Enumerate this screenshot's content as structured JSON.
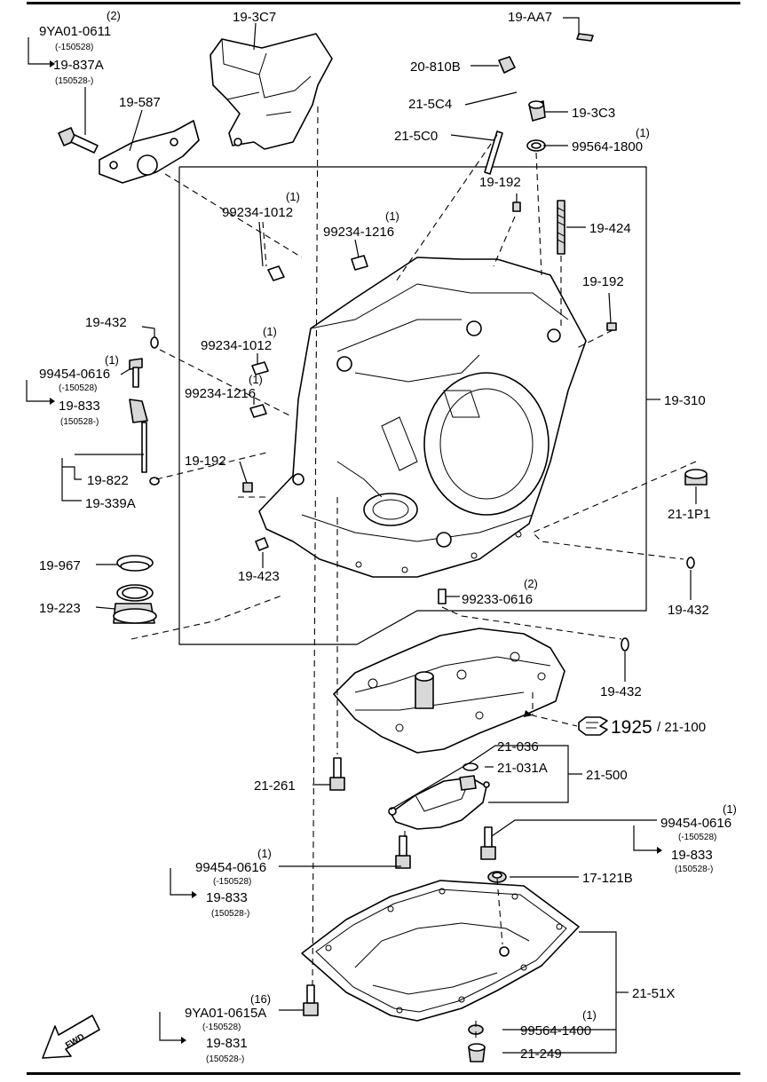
{
  "labels": {
    "l_9ya01_0611": "9YA01-0611",
    "l_9ya01_0611_qty": "(2)",
    "l_9ya01_0611_sub": "(-150528)",
    "l_19_837a": "19-837A",
    "l_19_837a_sub": "(150528-)",
    "l_19_587": "19-587",
    "l_19_3c7": "19-3C7",
    "l_19_aa7": "19-AA7",
    "l_20_810b": "20-810B",
    "l_21_5c4": "21-5C4",
    "l_21_5c0": "21-5C0",
    "l_19_3c3": "19-3C3",
    "l_99564_1800": "99564-1800",
    "l_99564_1800_qty": "(1)",
    "l_19_192_a": "19-192",
    "l_19_424": "19-424",
    "l_99234_1012_a": "99234-1012",
    "l_99234_1012_a_qty": "(1)",
    "l_99234_1216_a": "99234-1216",
    "l_99234_1216_a_qty": "(1)",
    "l_19_192_b": "19-192",
    "l_19_432_a": "19-432",
    "l_99234_1012_b": "99234-1012",
    "l_99234_1012_b_qty": "(1)",
    "l_99234_1216_b": "99234-1216",
    "l_99234_1216_b_qty": "(1)",
    "l_99454_0616_a": "99454-0616",
    "l_99454_0616_a_qty": "(1)",
    "l_99454_0616_a_sub": "(-150528)",
    "l_19_833_a": "19-833",
    "l_19_833_a_sub": "(150528-)",
    "l_19_310": "19-310",
    "l_19_192_c": "19-192",
    "l_19_822": "19-822",
    "l_19_339a": "19-339A",
    "l_21_1p1": "21-1P1",
    "l_19_967": "19-967",
    "l_19_423": "19-423",
    "l_99233_0616": "99233-0616",
    "l_99233_0616_qty": "(2)",
    "l_19_223": "19-223",
    "l_19_432_b": "19-432",
    "l_19_432_c": "19-432",
    "l_1925": "1925",
    "l_21_100": "/ 21-100",
    "l_21_036": "21-036",
    "l_21_031a": "21-031A",
    "l_21_500": "21-500",
    "l_21_261": "21-261",
    "l_99454_0616_b": "99454-0616",
    "l_99454_0616_b_qty": "(1)",
    "l_99454_0616_b_sub": "(-150528)",
    "l_19_833_b": "19-833",
    "l_19_833_b_sub": "(150528-)",
    "l_99454_0616_c": "99454-0616",
    "l_99454_0616_c_qty": "(1)",
    "l_99454_0616_c_sub": "(-150528)",
    "l_19_833_c": "19-833",
    "l_19_833_c_sub": "(150528-)",
    "l_17_121b": "17-121B",
    "l_21_51x": "21-51X",
    "l_9ya01_0615a": "9YA01-0615A",
    "l_9ya01_0615a_qty": "(16)",
    "l_9ya01_0615a_sub": "(-150528)",
    "l_19_831": "19-831",
    "l_19_831_sub": "(150528-)",
    "l_99564_1400": "99564-1400",
    "l_99564_1400_qty": "(1)",
    "l_21_249": "21-249",
    "fwd": "FWD"
  },
  "icons": {
    "reference_arrow": "pointing-hand-icon",
    "forward_arrow": "fwd-arrow-icon"
  }
}
